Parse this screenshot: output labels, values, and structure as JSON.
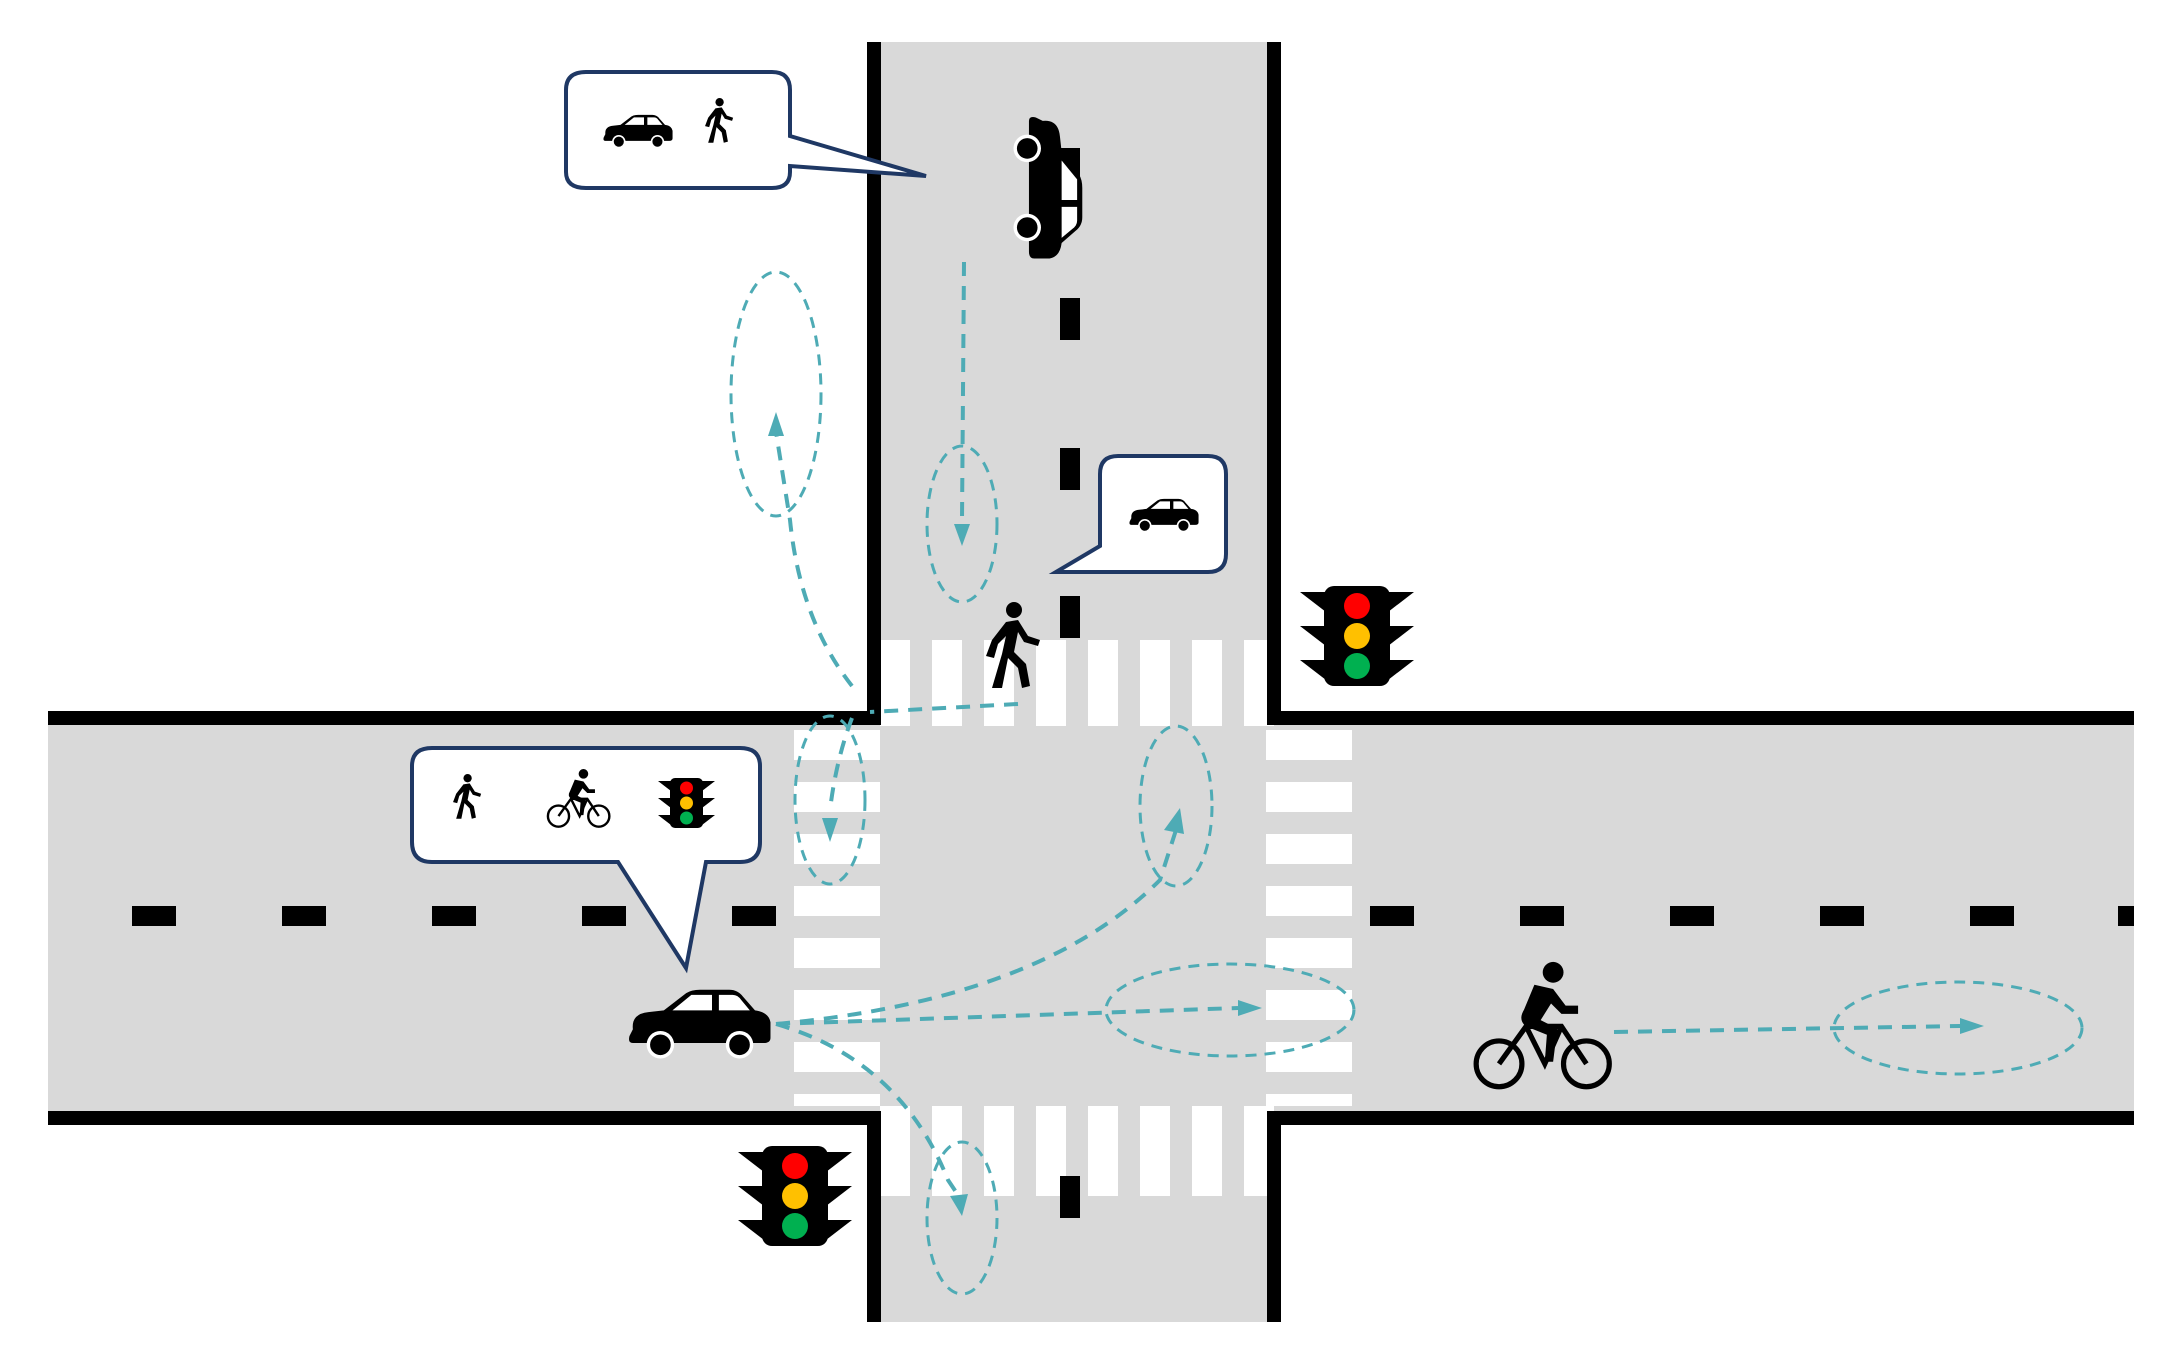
{
  "scene": {
    "colors": {
      "road": "#d9d9d9",
      "edge": "#000000",
      "crosswalk": "#ffffff",
      "trajectory": "#4eabb5",
      "bubble_border": "#1f3864",
      "light_red": "#ff0000",
      "light_yellow": "#ffc000",
      "light_green": "#00b050"
    },
    "agents": [
      {
        "name": "ego-car",
        "icon": "car-side-icon"
      },
      {
        "name": "top-car",
        "icon": "car-top-icon"
      },
      {
        "name": "pedestrian",
        "icon": "pedestrian-icon"
      },
      {
        "name": "cyclist",
        "icon": "bicycle-icon"
      }
    ],
    "traffic_lights": [
      {
        "name": "traffic-light-northeast",
        "state": "red-yellow-green"
      },
      {
        "name": "traffic-light-southwest",
        "state": "red-yellow-green"
      }
    ],
    "bubbles": [
      {
        "owner": "top-car",
        "icons": [
          "car-icon",
          "pedestrian-icon"
        ]
      },
      {
        "owner": "pedestrian",
        "icons": [
          "car-icon"
        ]
      },
      {
        "owner": "ego-car",
        "icons": [
          "pedestrian-icon",
          "cyclist-icon",
          "traffic-light-icon"
        ]
      }
    ]
  }
}
